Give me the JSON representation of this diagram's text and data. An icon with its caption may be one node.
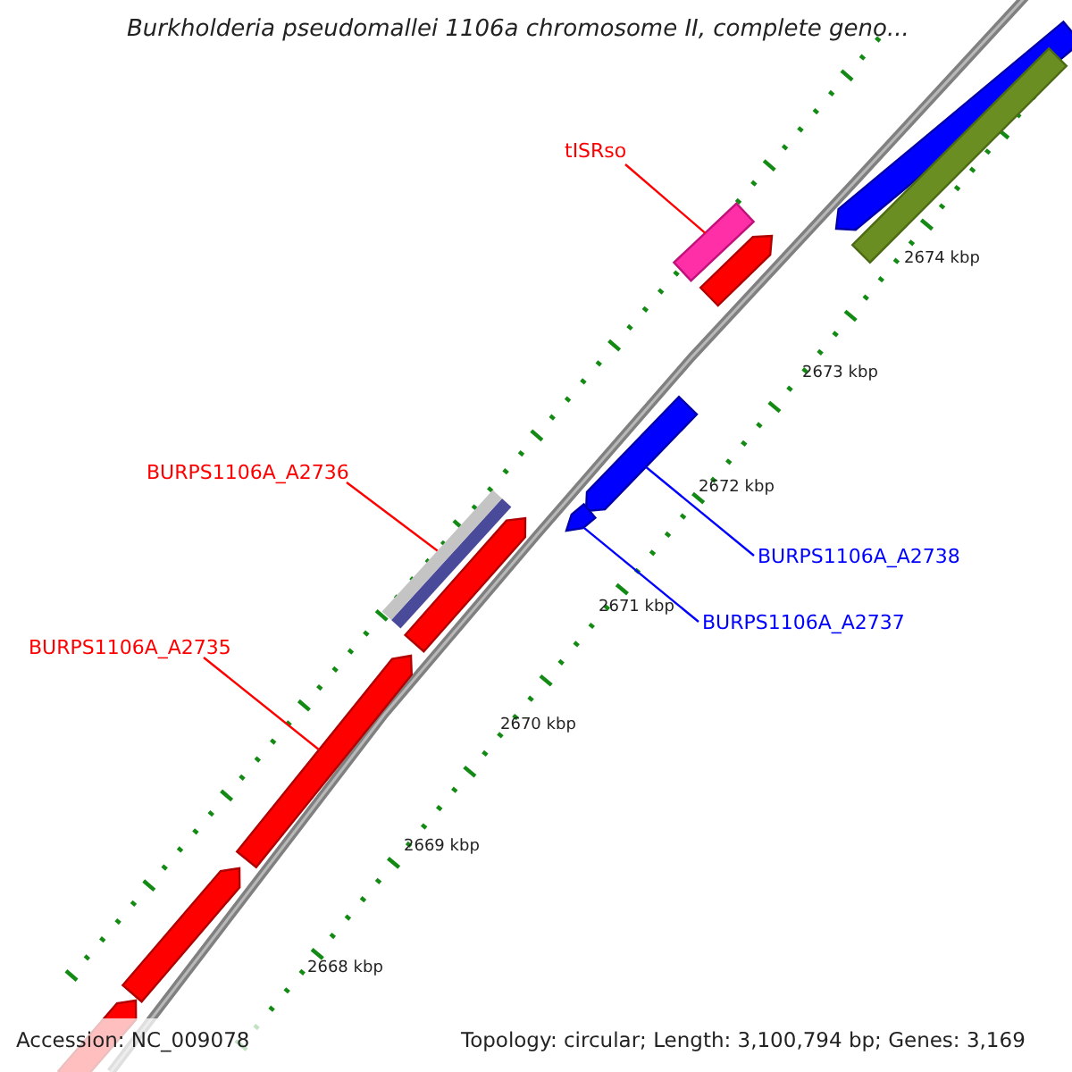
{
  "diagram": {
    "title": "Burkholderia pseudomallei 1106a chromosome II, complete geno...",
    "nodes": [
      {
        "text": [
          "tISRso"
        ]
      },
      {
        "text": [],
        "shape": "bar"
      },
      {
        "text": [
          "BURPS1106A_A2736"
        ]
      },
      {
        "text": [],
        "shape": "bar"
      },
      {
        "text": [
          "BURPS1106A_A2735"
        ]
      },
      {
        "text": [],
        "shape": "arrow"
      },
      {
        "text": [
          "BURPS1106A_A2738"
        ]
      },
      {
        "text": [],
        "shape": "arrow"
      },
      {
        "text": [
          "BURPS1106A_A2737"
        ]
      },
      {
        "text": [],
        "shape": "arrow"
      }
    ],
    "edges": [
      {
        "from": 0,
        "to": 1,
        "arrow": "none"
      },
      {
        "from": 2,
        "to": 3,
        "arrow": "none"
      },
      {
        "from": 4,
        "to": 5,
        "arrow": "none"
      },
      {
        "from": 6,
        "to": 7,
        "arrow": "none",
        "color": "#0000ff"
      },
      {
        "from": 8,
        "to": 9,
        "arrow": "none",
        "color": "#0000ff"
      }
    ],
    "labels": [
      "2674 kbp",
      "2673 kbp",
      "2672 kbp",
      "2671 kbp",
      "2670 kbp",
      "2669 kbp",
      "2668 kbp",
      "Accession: NC_009078",
      "Topology: circular; Length: 3,100,794 bp; Genes: 3,169"
    ]
  }
}
